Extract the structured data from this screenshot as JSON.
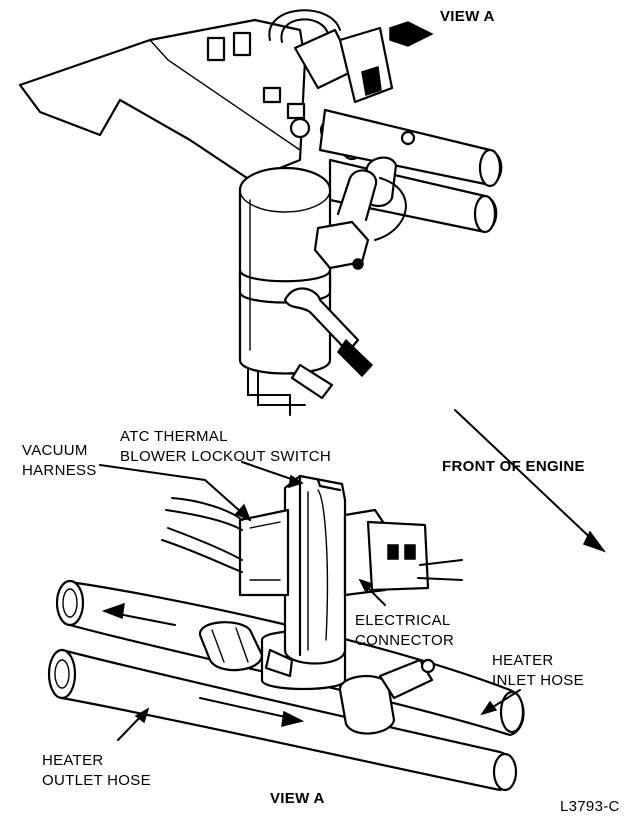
{
  "labels": {
    "view_a_top": "VIEW A",
    "atc_line1": "ATC THERMAL",
    "atc_line2": "BLOWER LOCKOUT SWITCH",
    "vacuum_line1": "VACUUM",
    "vacuum_line2": "HARNESS",
    "front_of_engine": "FRONT OF ENGINE",
    "electrical_line1": "ELECTRICAL",
    "electrical_line2": "CONNECTOR",
    "heater_inlet_line1": "HEATER",
    "heater_inlet_line2": "INLET HOSE",
    "heater_outlet_line1": "HEATER",
    "heater_outlet_line2": "OUTLET HOSE",
    "view_a_bottom": "VIEW A",
    "figure_code": "L3793-C"
  }
}
